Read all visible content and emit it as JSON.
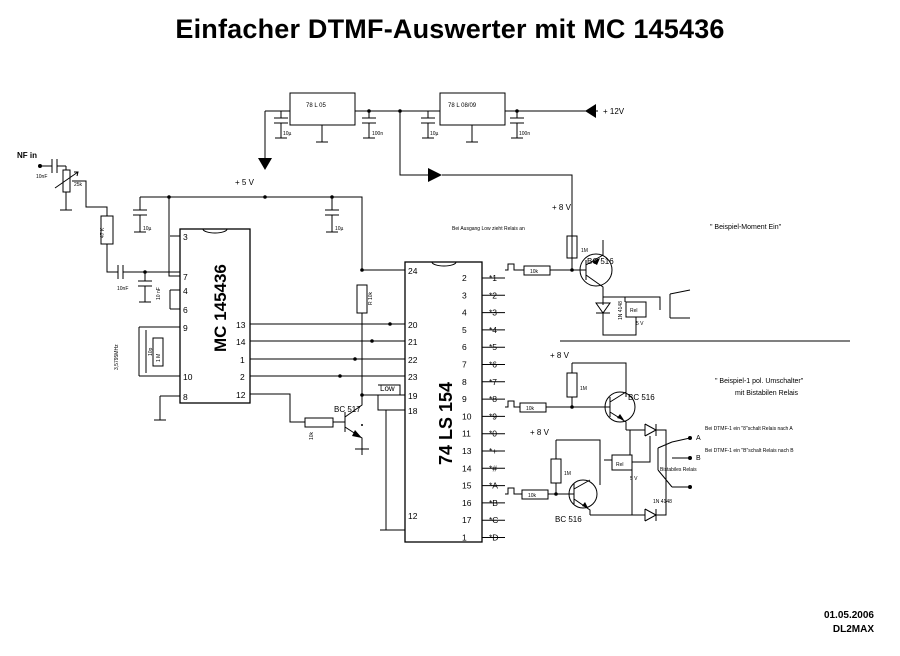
{
  "title": "Einfacher DTMF-Auswerter mit MC 145436",
  "footer": {
    "date": "01.05.2006",
    "author": "DL2MAX"
  },
  "supply": {
    "plus12": "+ 12V",
    "plus5": "+ 5 V",
    "plus8": "+ 8 V",
    "reg1": "78 L 05",
    "reg2": "78 L 08/09"
  },
  "components": {
    "nf_in": "NF in",
    "c_in": "10nF",
    "poti": "25k",
    "r47k": "47 K",
    "c10nf": "10nF",
    "c10nf_b": "10 nF",
    "cap_10u": "10µ",
    "cap_100n": "100n",
    "crystal": "3,5795MHz",
    "r1m": "1 M",
    "c10p": "10p",
    "ic1": "MC 145436",
    "ic2": "74 LS 154",
    "r10k_a": "R 10k",
    "r10k_b": "10k",
    "r10k": "10k",
    "t1": "BC 517",
    "t2": "BC 516",
    "r1m_small": "1M",
    "diode": "1N 4148",
    "relay": "Rel",
    "v5": "5 V",
    "low": "Low",
    "diode_pair": "1N 4148"
  },
  "ic1_pins": {
    "left": [
      "3",
      "7",
      "4",
      "6",
      "9",
      "10",
      "8"
    ],
    "right": [
      "13",
      "14",
      "1",
      "2",
      "12"
    ]
  },
  "ic2_pins": {
    "left": [
      "24",
      "20",
      "21",
      "22",
      "23",
      "19",
      "18",
      "12"
    ],
    "right": [
      "2",
      "3",
      "4",
      "5",
      "6",
      "7",
      "8",
      "9",
      "10",
      "11",
      "13",
      "14",
      "15",
      "16",
      "17",
      "1"
    ],
    "outputs": [
      "*1",
      "*2",
      "*3",
      "*4",
      "*5",
      "*6",
      "*7",
      "*8",
      "*9",
      "*0",
      "*+",
      "*#",
      "*A",
      "*B",
      "*C",
      "*D"
    ]
  },
  "notes": {
    "low_relay": "Bei Ausgang Low zieht Relais an",
    "example1": "\" Beispiel-Moment Ein\"",
    "example2": "\" Beispiel-1 pol. Umschalter\"",
    "example2b": "mit Bistabilen Relais",
    "contact_a": "A",
    "contact_b": "B",
    "note_a": "Bei DTMF-1 ein \"8\"schalt Relais nach A",
    "note_b": "Bei DTMF-1 ein \"B\"schalt Relais nach B",
    "bistabil": "Bistabiles Relais"
  }
}
